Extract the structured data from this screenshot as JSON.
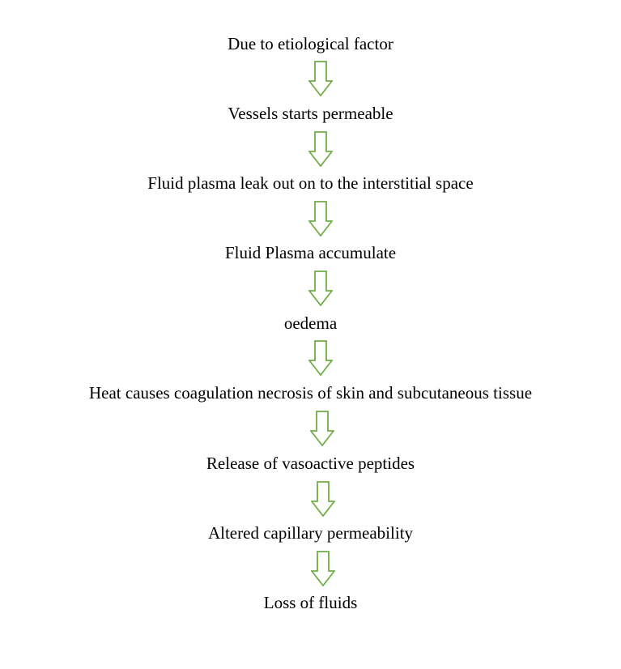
{
  "flowchart": {
    "steps": [
      "Due to etiological factor",
      "Vessels starts permeable",
      "Fluid plasma leak out on to the interstitial space",
      "Fluid Plasma accumulate",
      "oedema",
      "Heat causes coagulation necrosis of skin and subcutaneous tissue",
      "Release of vasoactive peptides",
      "Altered capillary permeability",
      "Loss of fluids"
    ],
    "arrow_icon": "hollow-down-arrow",
    "arrow_color": "#70ad47",
    "text_color": "#000000"
  }
}
